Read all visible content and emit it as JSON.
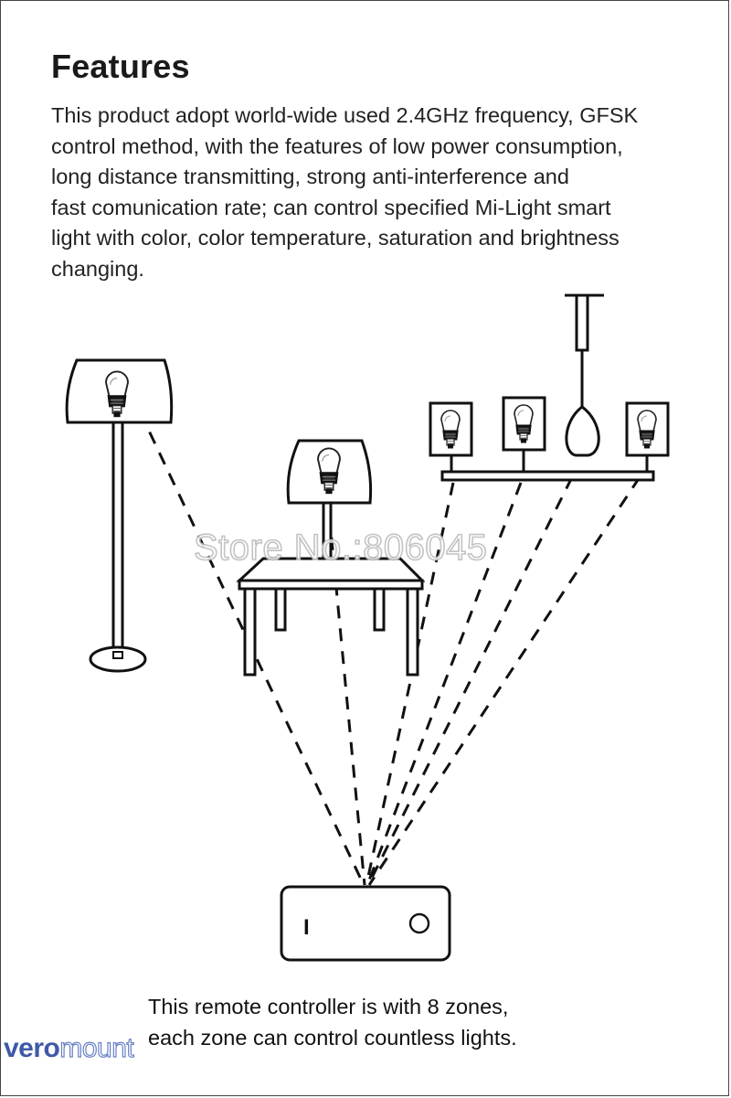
{
  "heading": "Features",
  "intro_lines": [
    "This product adopt world-wide used 2.4GHz frequency, GFSK",
    "control method, with the features of low power consumption,",
    "long distance transmitting, strong anti-interference and",
    "fast comunication rate; can control specified Mi-Light smart",
    "light with color, color temperature, saturation and brightness",
    "changing."
  ],
  "watermark": "Store No.:806045",
  "caption_lines": [
    "This remote controller is with 8 zones,",
    "each zone can control countless lights."
  ],
  "logo": {
    "part1": "vero",
    "part2": "mount"
  },
  "remote_power_symbol": "I"
}
